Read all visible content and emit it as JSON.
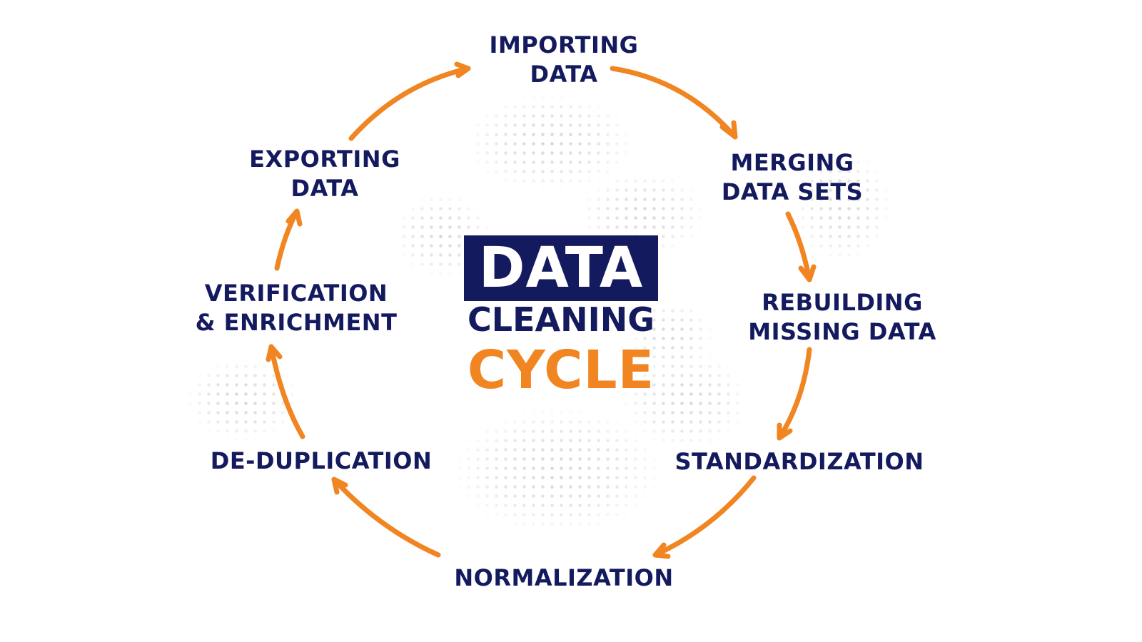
{
  "colors": {
    "navy": "#141a5e",
    "orange": "#f08522",
    "white": "#ffffff",
    "dots": "#d6d6d6"
  },
  "center": {
    "line1": "DATA",
    "line2": "CLEANING",
    "line3": "CYCLE"
  },
  "steps": [
    {
      "id": "importing",
      "lines": [
        "IMPORTING",
        "DATA"
      ]
    },
    {
      "id": "merging",
      "lines": [
        "MERGING",
        "DATA SETS"
      ]
    },
    {
      "id": "rebuilding",
      "lines": [
        "REBUILDING",
        "MISSING DATA"
      ]
    },
    {
      "id": "standardization",
      "lines": [
        "STANDARDIZATION"
      ]
    },
    {
      "id": "normalization",
      "lines": [
        "NORMALIZATION"
      ]
    },
    {
      "id": "deduplication",
      "lines": [
        "DE-DUPLICATION"
      ]
    },
    {
      "id": "verification",
      "lines": [
        "VERIFICATION",
        "& ENRICHMENT"
      ]
    },
    {
      "id": "exporting",
      "lines": [
        "EXPORTING",
        "DATA"
      ]
    }
  ],
  "arrows": [
    {
      "from": "importing",
      "to": "merging"
    },
    {
      "from": "merging",
      "to": "rebuilding"
    },
    {
      "from": "rebuilding",
      "to": "standardization"
    },
    {
      "from": "standardization",
      "to": "normalization"
    },
    {
      "from": "normalization",
      "to": "deduplication"
    },
    {
      "from": "deduplication",
      "to": "verification"
    },
    {
      "from": "verification",
      "to": "exporting"
    },
    {
      "from": "exporting",
      "to": "importing"
    }
  ]
}
